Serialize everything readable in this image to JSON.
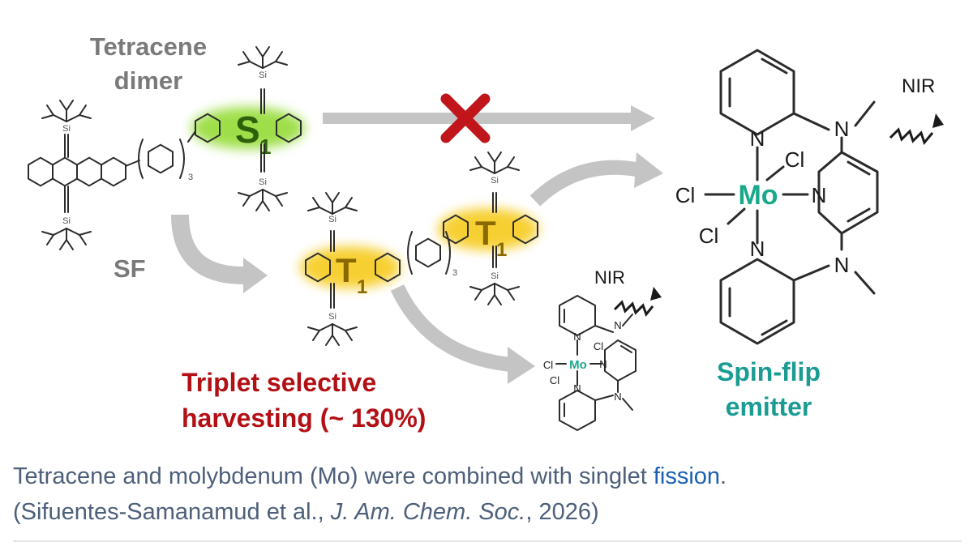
{
  "labels": {
    "tetracene_line1": "Tetracene",
    "tetracene_line2": "dimer",
    "sf": "SF",
    "s1_main": "S",
    "s1_sub": "1",
    "t1_main": "T",
    "t1_sub": "1",
    "repeat_sub": "3",
    "triplet_line1": "Triplet selective",
    "triplet_line2": "harvesting (~ 130%)",
    "spinflip_line1": "Spin-flip",
    "spinflip_line2": "emitter",
    "nir": "NIR",
    "si": "Si"
  },
  "atoms": {
    "mo": "Mo",
    "cl": "Cl",
    "n": "N"
  },
  "caption": {
    "line1_before": "Tetracene and molybdenum (Mo) were combined with singlet ",
    "line1_link": "fission",
    "line1_after": ".",
    "line2_before": "(Sifuentes-Samanamud et al., ",
    "line2_journal": "J. Am. Chem. Soc.",
    "line2_after": ", 2026)"
  },
  "colors": {
    "singlet_glow": "#8ed92c",
    "triplet_glow": "#f5c400",
    "cross": "#c0151b",
    "mo": "#1aa88a",
    "red_text": "#b31015",
    "teal_text": "#1a9c93",
    "arrow": "#c4c4c4",
    "caption": "#4d5f7a",
    "link": "#1a5fb4"
  }
}
